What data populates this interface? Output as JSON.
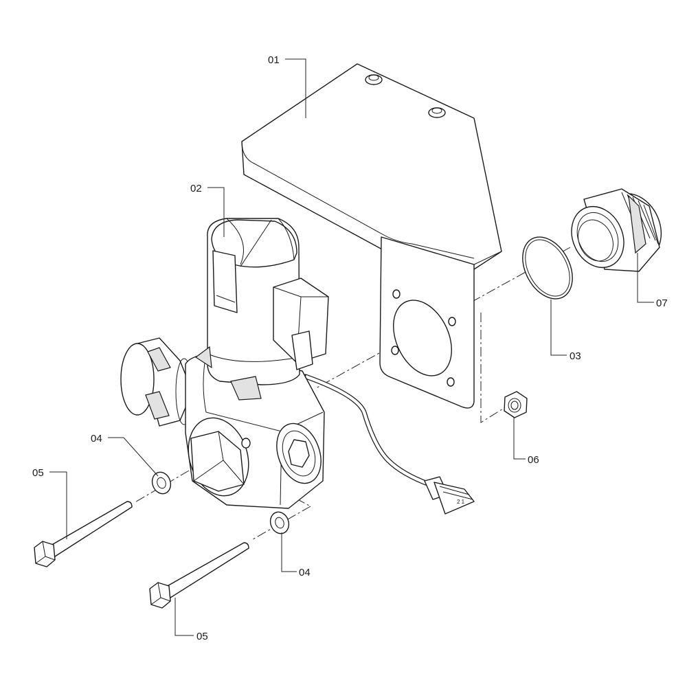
{
  "callouts": {
    "c01": "01",
    "c02": "02",
    "c03": "03",
    "c04a": "04",
    "c04b": "04",
    "c05a": "05",
    "c05b": "05",
    "c06": "06",
    "c07": "07"
  },
  "connector_pins": "2 1"
}
